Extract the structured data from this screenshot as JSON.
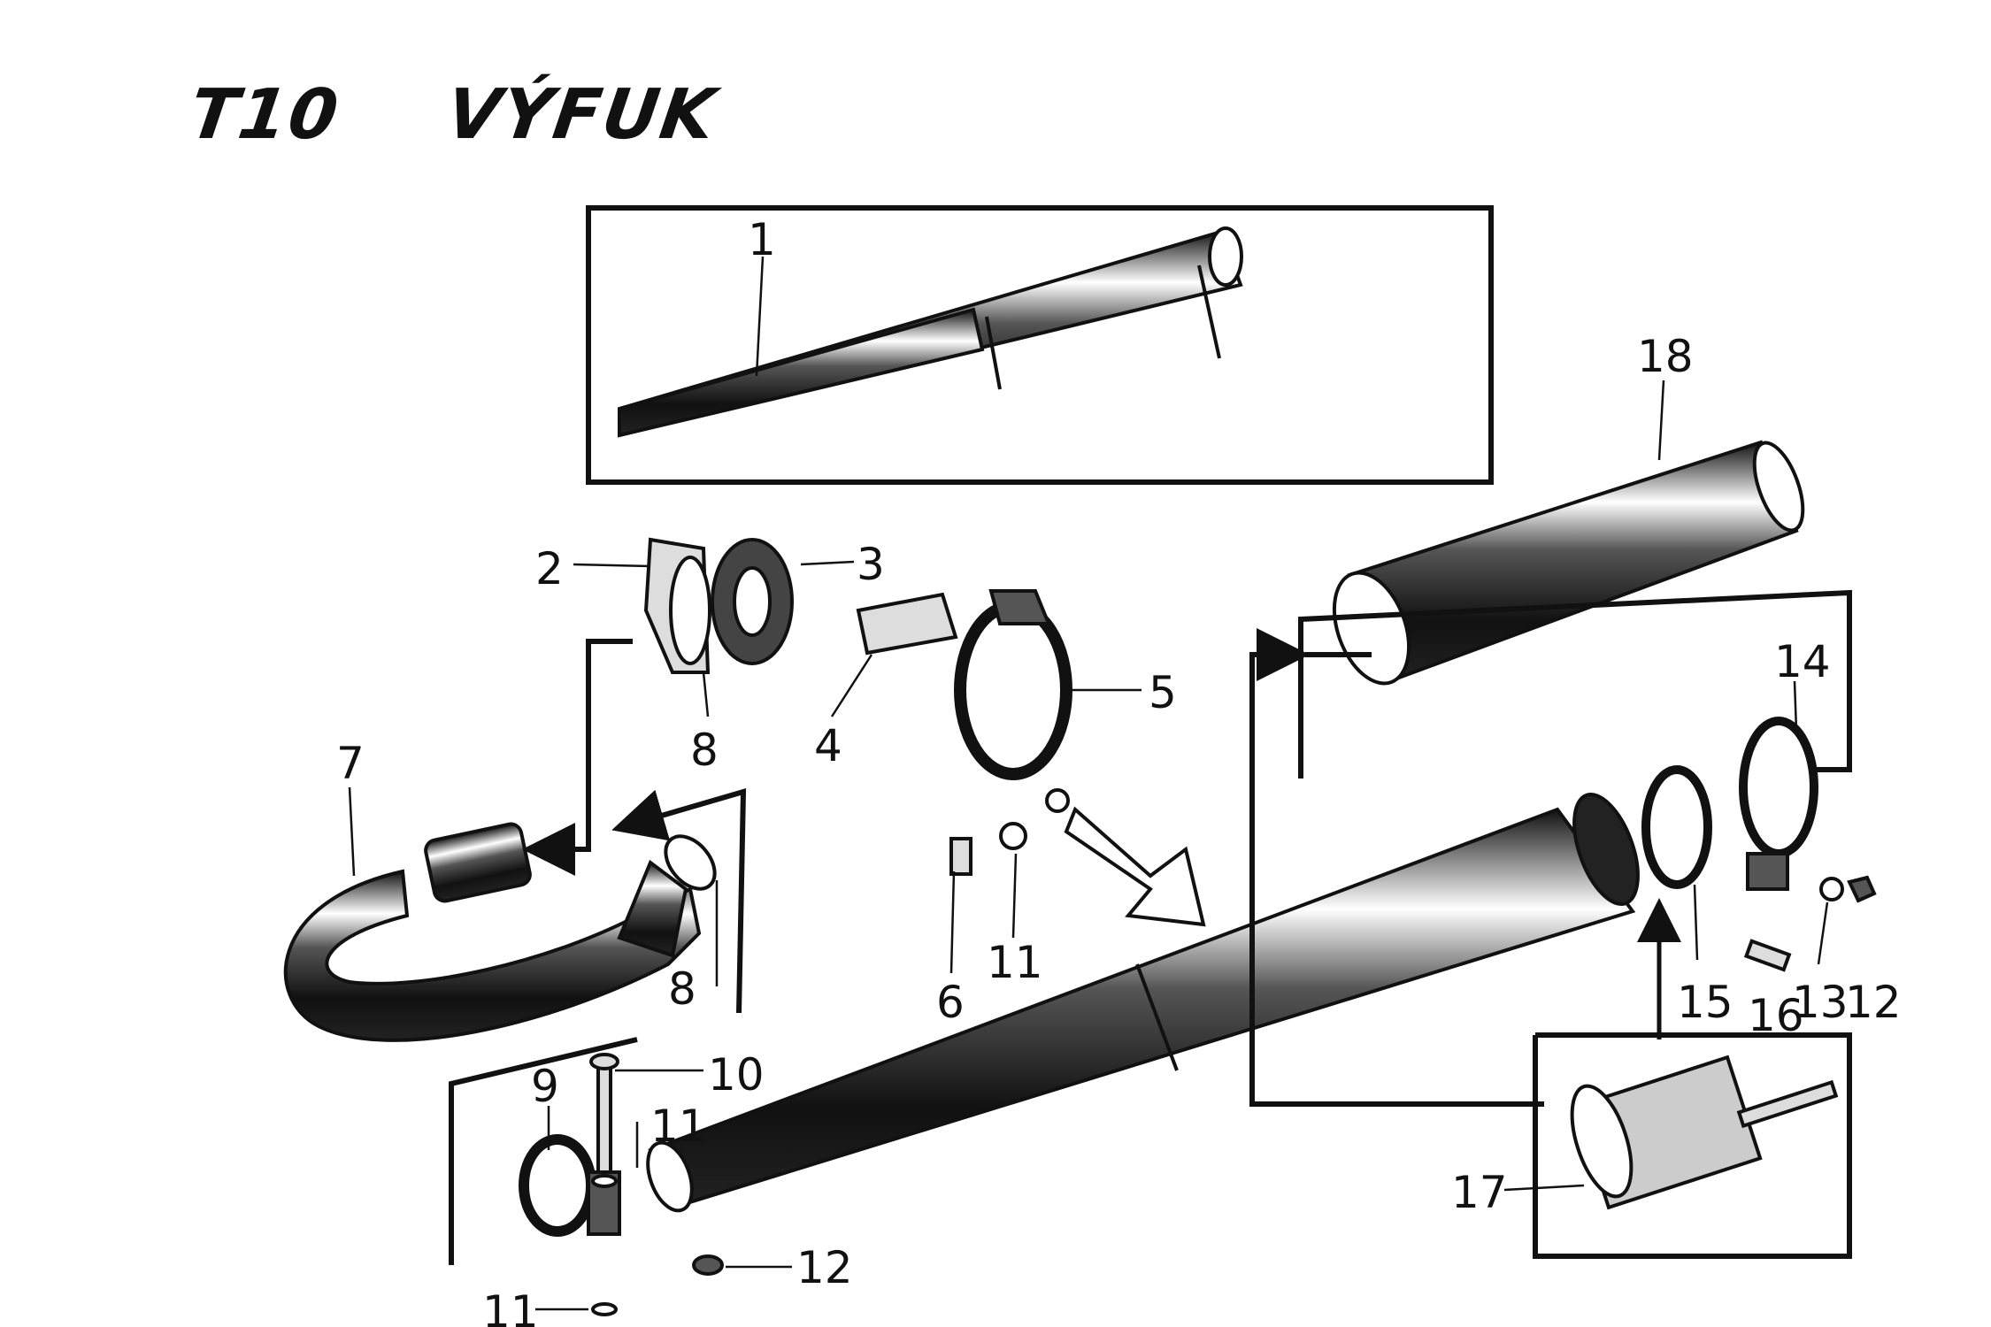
{
  "header": {
    "model": "T10",
    "name": "VÝFUK"
  },
  "callouts": [
    "1",
    "2",
    "3",
    "4",
    "5",
    "6",
    "7",
    "8",
    "8",
    "9",
    "10",
    "11",
    "11",
    "11",
    "12",
    "12",
    "13",
    "14",
    "15",
    "16",
    "17",
    "18"
  ],
  "colors": {
    "ink": "#111111",
    "paper": "#ffffff"
  }
}
